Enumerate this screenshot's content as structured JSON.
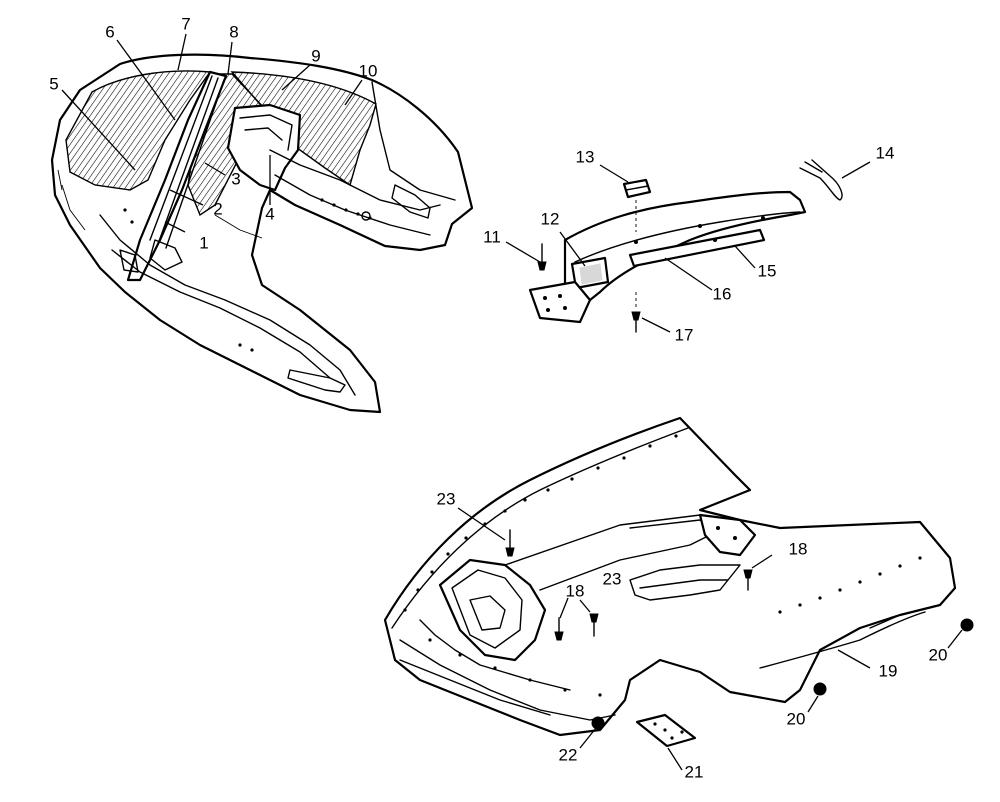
{
  "callouts": {
    "c1": "1",
    "c2": "2",
    "c3": "3",
    "c4": "4",
    "c5": "5",
    "c6": "6",
    "c7": "7",
    "c8": "8",
    "c9": "9",
    "c10": "10",
    "c11": "11",
    "c12": "12",
    "c13": "13",
    "c14": "14",
    "c15": "15",
    "c16": "16",
    "c17": "17",
    "c18a": "18",
    "c18b": "18",
    "c19": "19",
    "c20a": "20",
    "c20b": "20",
    "c21": "21",
    "c22": "22",
    "c23a": "23",
    "c23b": "23"
  }
}
